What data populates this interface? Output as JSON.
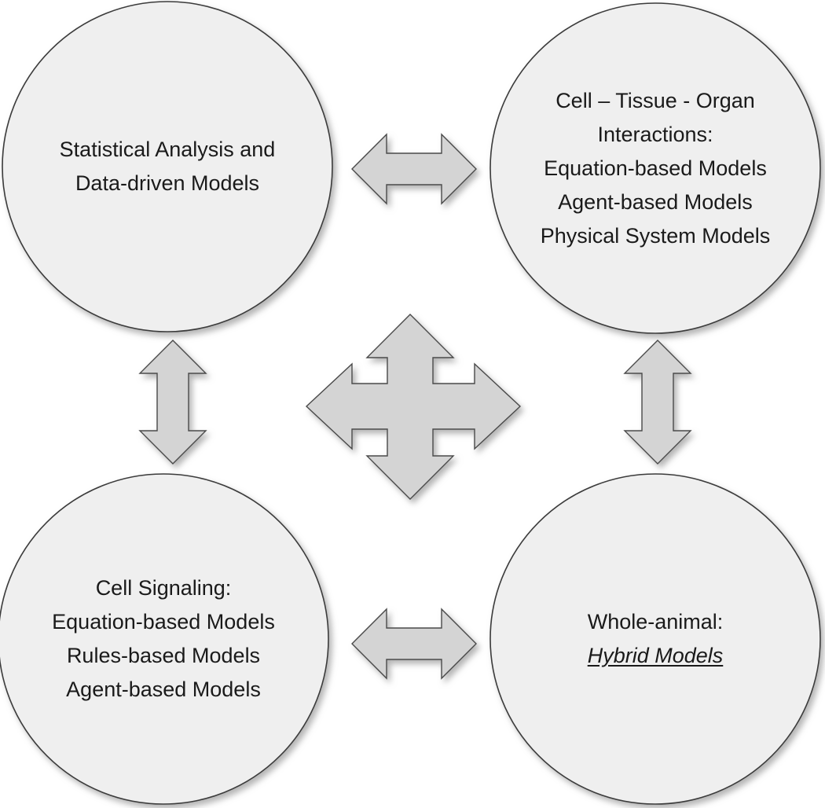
{
  "colors": {
    "node_fill": "#efefef",
    "node_stroke": "#3a3a3a",
    "arrow_fill": "#d4d4d4",
    "arrow_stroke": "#4a4a4a",
    "shadow": "#9a9a9a"
  },
  "nodes": {
    "statistical": {
      "lines": [
        "Statistical Analysis and",
        "Data-driven Models"
      ]
    },
    "tissue": {
      "lines": [
        "Cell – Tissue - Organ",
        "Interactions:",
        "Equation-based Models",
        "Agent-based Models",
        "Physical System Models"
      ]
    },
    "signaling": {
      "lines": [
        "Cell Signaling:",
        "Equation-based Models",
        "Rules-based Models",
        "Agent-based Models"
      ]
    },
    "whole_animal": {
      "lines": [
        "Whole-animal:"
      ],
      "emphasis": "Hybrid Models"
    }
  },
  "arrows": {
    "top": "double-horizontal-arrow",
    "bottom": "double-horizontal-arrow",
    "left": "double-vertical-arrow",
    "right": "double-vertical-arrow",
    "center": "four-way-arrow"
  }
}
